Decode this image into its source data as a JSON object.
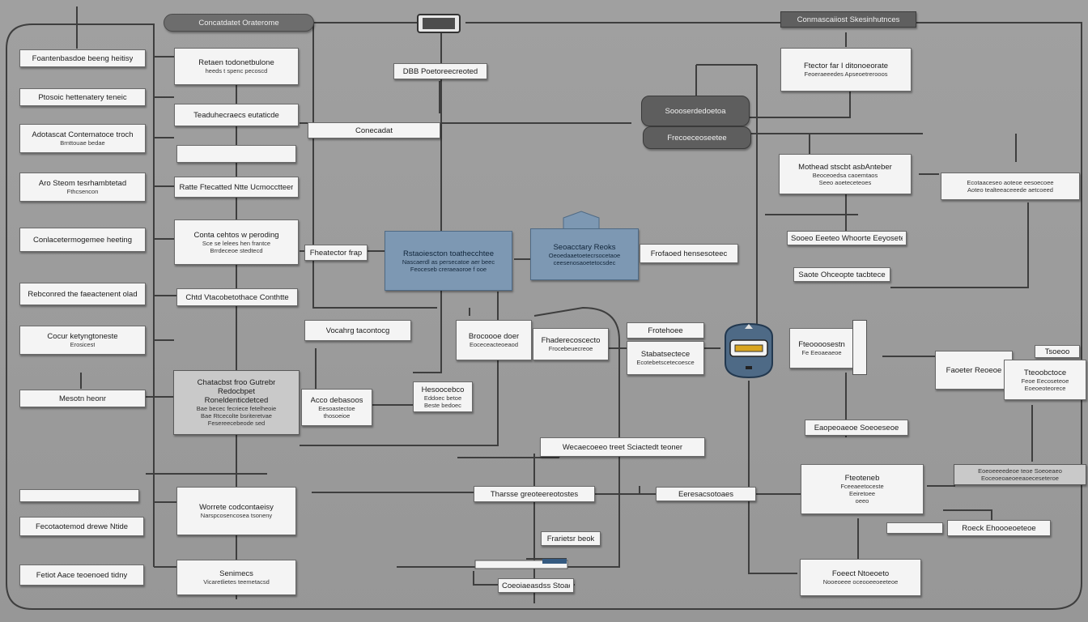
{
  "header": {
    "center_title": "Concatdatet Oraterome",
    "top_plug": "",
    "right_title": "Conmascaiiost Skesinhutnces"
  },
  "left_column": [
    {
      "title": "Foantenbasdoe beeng heitisy"
    },
    {
      "title": "Ptosoic hettenatery teneic"
    },
    {
      "title": "Adotascat Contematoce troch",
      "sub": "Brnttouae bedae"
    },
    {
      "title": "Aro Steom tesrhambtetad",
      "sub": "Fthcsencon"
    },
    {
      "title": "Conlacetermogemee heeting"
    },
    {
      "title": "Rebconred the faeactenent olad"
    },
    {
      "title": "Cocur ketyngtoneste",
      "sub": "Erosicest"
    },
    {
      "title": "Mesotn heonr"
    },
    {
      "title": ""
    },
    {
      "title": "Fecotaotemod drewe Ntide"
    },
    {
      "title": "Fetiot Aace teoenoed tidny"
    }
  ],
  "second_column": [
    {
      "title": "Retaen todonetbulone",
      "sub": "heeds t spenc pecoscd"
    },
    {
      "title": "Teaduhecraecs eutaticde"
    },
    {
      "title": ""
    },
    {
      "title": "Ratte Ftecatted Ntte Ucmocctteer"
    },
    {
      "title": "Conta cehtos w peroding",
      "sub": "Sce se lelees hen frantce",
      "sub2": "Brrdeceoe stedtecd"
    },
    {
      "title": "Chtd Vtacobetothace Conthtte"
    },
    {
      "title": "Vocahrg tacontocg"
    },
    {
      "title": "Worrete codcontaeisy",
      "sub": "Narspcosencosea tsoneny"
    },
    {
      "title": "Senimecs",
      "sub": "Vicaretlietes teemetacsd"
    }
  ],
  "center": {
    "db_label": "DBB Poetoreecreoted",
    "connector": "Conecadat",
    "exchange": "Fheatector frap",
    "group_title": "Chatacbst froo Gutrebr",
    "group_sub1": "Redocbpet",
    "group_sub2": "Roneldenticdetced",
    "group_lines": "Bae becec fecriece fetelheoie\nBae Rtcecolte bsriteretvae\nFesereecebeode sed",
    "blue_left_title": "Rstaoiescton toathecchtee",
    "blue_left_sub": "Nascaerdl as persecatoe aer beec\nFeoceseb creraeaoroe f ooe",
    "blue_right_title": "Seoacctary Reoks",
    "blue_right_sub": "Oeoedaaetoetecrsocetaoe\nceesenosaoetetocsdec",
    "rightof_blue": "Frofaoed hensesoteec",
    "mid_a": "Acco debasoos",
    "mid_a_sub": "Eesoastectoe\nthosoeioe",
    "mid_b": "Hesoocebco",
    "mid_b_sub": "Eddoec betoe\nBeste bedoec",
    "mid_c": "Brocoooe doer",
    "mid_c_sub": "Eoceceacteoeaod",
    "mid_d": "Fhaderecoscecto",
    "mid_d_sub": "Frocebeuecreoe",
    "mid_e": "Frotehoee",
    "mid_f": "Stabatsectece",
    "mid_f_sub": "Ecotebetscetecoesce",
    "wide_bar": "Wecaecoeeo treet Sciactedt teoner",
    "bottom_a": "Tharsse greoteereotostes",
    "bottom_b": "Eeresacsotoaes",
    "bottom_c": "Frarietsr beok",
    "bottom_d": "Coeoiaeasdss Stoaoes"
  },
  "right": {
    "top_box": "Ftector far I ditonoeorate",
    "top_box_sub": "Feoeraeeedes Apseoetrerooos",
    "pill1": "Soooserdedoetoa",
    "pill2": "Frecoeceoseetee",
    "r1": "Mothead stscbt asbAnteber",
    "r1_sub": "Beoceoedsa caoemtaos\nSeeo aoeteceteoes",
    "r2": "Ecotaaceseo aoteoe eesoecoee",
    "r2_sub": "Aoteo tealteeaceeede aetcoeed",
    "r3": "Sooeo Eeeteo Whoorte Eeyoseteecte",
    "r4": "Saote Ohceopte tacbtece",
    "device_panel": "Fteoooosestn",
    "device_panel_sub": "Fe Eeoaeaeoe",
    "r5": "Faoeter Reoeoe",
    "r6": "Tsoeoo",
    "r7": "Tteoobctoce",
    "r7_sub": "Feoe Eecoseteoe\nEoeoeoteorece",
    "r8": "Eaopeoaeoe Soeoeseoe",
    "r9": "Fteoteneb",
    "r9_sub": "Fceeaeetoceste\nEeiretoee\noeeo",
    "r10": "Eoeoeeeedeoe teoe Soeoeaeo\nEoceoeoaeoeeaoeceseteroe",
    "r11": "Roeck Ehoooeoeteoe",
    "r12": "Foeect Ntoeoeto",
    "r12_sub": "Nooeoeee oceooeeoeeteoe"
  },
  "colors": {
    "canvas": "#999999",
    "box": "#f4f4f4",
    "blue": "#7d98b3",
    "dark": "#5e5e5e",
    "wire": "#3e3e3e"
  },
  "icons": [
    "router-device-icon",
    "plug-connector-icon",
    "cable-clip-icon"
  ]
}
